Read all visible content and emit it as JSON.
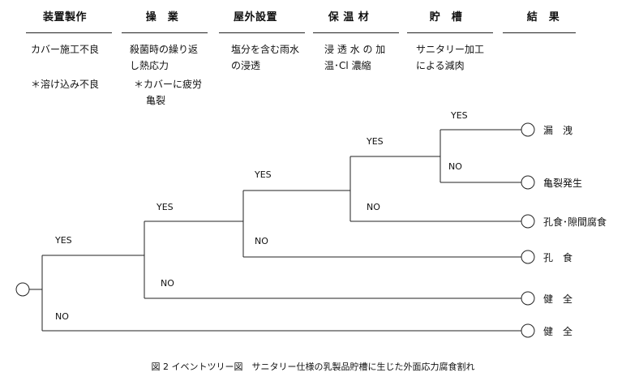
{
  "headers": [
    "装置製作",
    "操　業",
    "屋外設置",
    "保 温 材",
    "貯　槽",
    "結　果"
  ],
  "causes": {
    "col1": [
      "カバー施工不良",
      "＊溶け込み不良"
    ],
    "col2": [
      "殺菌時の繰り返",
      "し熱応力",
      "＊カバーに疲労",
      "亀裂"
    ],
    "col3": [
      "塩分を含む雨水",
      "の浸透"
    ],
    "col4": [
      "浸 透 水 の 加",
      "温･Cl 濃縮"
    ],
    "col5": [
      "サニタリー加工",
      "による減肉"
    ]
  },
  "branches": {
    "yes": "YES",
    "no": "NO"
  },
  "outcomes": [
    "漏　洩",
    "亀裂発生",
    "孔食･隙間腐食",
    "孔　食",
    "健　全",
    "健　全"
  ],
  "caption": "図 2  イベントツリー図　サニタリー仕様の乳製品貯槽に生じた外面応力腐食割れ"
}
